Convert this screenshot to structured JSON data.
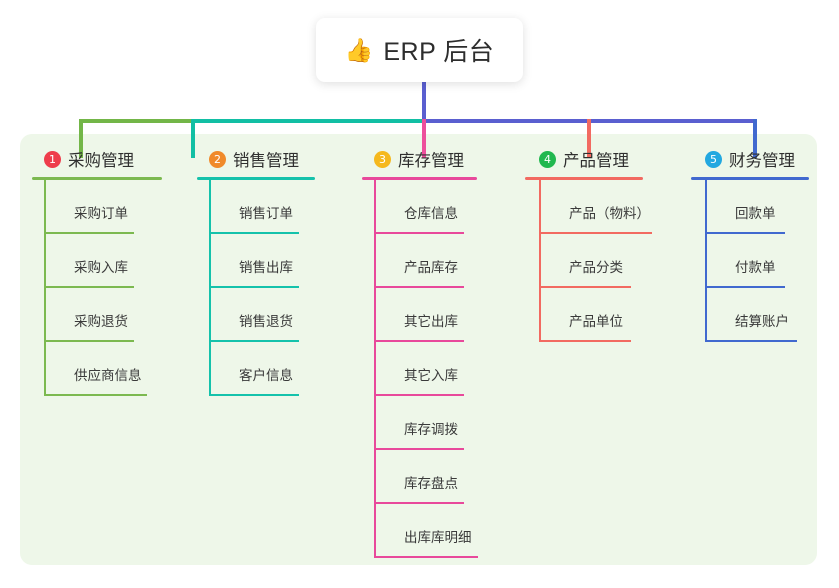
{
  "root": {
    "icon": "thumbs-up-icon",
    "emoji": "👍",
    "title": "ERP 后台"
  },
  "palette": {
    "panel_bg": "#eef7e9",
    "page_bg": "#ffffff",
    "stem": "#5a5fd0",
    "bar_left_green": "#73b648",
    "bar_mid_teal": "#12bfa4",
    "bar_right_blue": "#5a5fd0"
  },
  "columns": [
    {
      "index": "1",
      "badge_text": "1",
      "badge_color": "#ee3d4b",
      "line_color": "#7cb950",
      "title": "采购管理",
      "items": [
        {
          "label": "采购订单"
        },
        {
          "label": "采购入库"
        },
        {
          "label": "采购退货"
        },
        {
          "label": "供应商信息"
        }
      ]
    },
    {
      "index": "2",
      "badge_text": "2",
      "badge_color": "#f08a2a",
      "line_color": "#15c2ab",
      "title": "销售管理",
      "items": [
        {
          "label": "销售订单"
        },
        {
          "label": "销售出库"
        },
        {
          "label": "销售退货"
        },
        {
          "label": "客户信息"
        }
      ]
    },
    {
      "index": "3",
      "badge_text": "3",
      "badge_color": "#f5b81d",
      "line_color": "#e8499b",
      "title": "库存管理",
      "items": [
        {
          "label": "仓库信息"
        },
        {
          "label": "产品库存"
        },
        {
          "label": "其它出库"
        },
        {
          "label": "其它入库"
        },
        {
          "label": "库存调拨"
        },
        {
          "label": "库存盘点"
        },
        {
          "label": "出库库明细"
        }
      ]
    },
    {
      "index": "4",
      "badge_text": "4",
      "badge_color": "#21b84f",
      "line_color": "#f26a61",
      "title": "产品管理",
      "items": [
        {
          "label": "产品（物料）"
        },
        {
          "label": "产品分类"
        },
        {
          "label": "产品单位"
        }
      ]
    },
    {
      "index": "5",
      "badge_text": "5",
      "badge_color": "#22a8e0",
      "line_color": "#4169cf",
      "title": "财务管理",
      "items": [
        {
          "label": "回款单"
        },
        {
          "label": "付款单"
        },
        {
          "label": "结算账户"
        }
      ]
    }
  ]
}
